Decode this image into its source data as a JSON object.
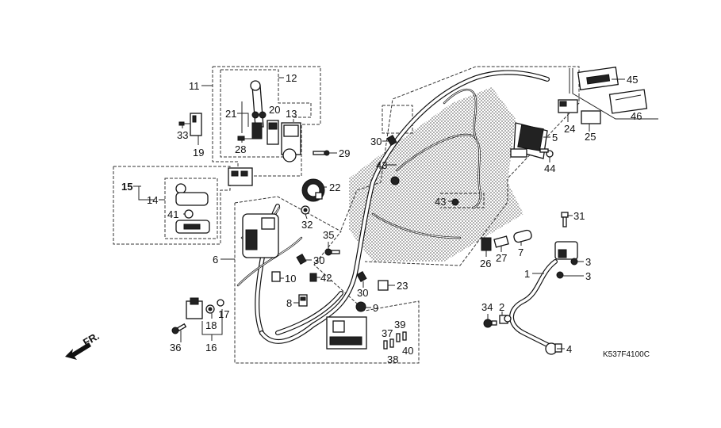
{
  "diagram": {
    "title": "Wire Harness / Ignition Coil parts diagram",
    "drawing_code": "K537F4100C",
    "direction_indicator": "FR.",
    "colors": {
      "line": "#111111",
      "background": "#ffffff",
      "shading": "#8a8a8a"
    },
    "callouts": [
      {
        "id": "c1",
        "text": "1"
      },
      {
        "id": "c2",
        "text": "2"
      },
      {
        "id": "c3a",
        "text": "3"
      },
      {
        "id": "c3b",
        "text": "3"
      },
      {
        "id": "c4",
        "text": "4"
      },
      {
        "id": "c5",
        "text": "5"
      },
      {
        "id": "c6",
        "text": "6"
      },
      {
        "id": "c7",
        "text": "7"
      },
      {
        "id": "c8",
        "text": "8"
      },
      {
        "id": "c9",
        "text": "9"
      },
      {
        "id": "c10",
        "text": "10"
      },
      {
        "id": "c11",
        "text": "11"
      },
      {
        "id": "c12",
        "text": "12"
      },
      {
        "id": "c13",
        "text": "13"
      },
      {
        "id": "c14",
        "text": "14"
      },
      {
        "id": "c15",
        "text": "15"
      },
      {
        "id": "c16",
        "text": "16"
      },
      {
        "id": "c17",
        "text": "17"
      },
      {
        "id": "c18",
        "text": "18"
      },
      {
        "id": "c19",
        "text": "19"
      },
      {
        "id": "c20",
        "text": "20"
      },
      {
        "id": "c21",
        "text": "21"
      },
      {
        "id": "c22",
        "text": "22"
      },
      {
        "id": "c23",
        "text": "23"
      },
      {
        "id": "c24",
        "text": "24"
      },
      {
        "id": "c25",
        "text": "25"
      },
      {
        "id": "c26",
        "text": "26"
      },
      {
        "id": "c27",
        "text": "27"
      },
      {
        "id": "c28",
        "text": "28"
      },
      {
        "id": "c29",
        "text": "29"
      },
      {
        "id": "c30a",
        "text": "30"
      },
      {
        "id": "c30b",
        "text": "30"
      },
      {
        "id": "c30c",
        "text": "30"
      },
      {
        "id": "c31",
        "text": "31"
      },
      {
        "id": "c32",
        "text": "32"
      },
      {
        "id": "c33",
        "text": "33"
      },
      {
        "id": "c34",
        "text": "34"
      },
      {
        "id": "c35",
        "text": "35"
      },
      {
        "id": "c36",
        "text": "36"
      },
      {
        "id": "c37",
        "text": "37"
      },
      {
        "id": "c38",
        "text": "38"
      },
      {
        "id": "c39",
        "text": "39"
      },
      {
        "id": "c40",
        "text": "40"
      },
      {
        "id": "c41",
        "text": "41"
      },
      {
        "id": "c42",
        "text": "42"
      },
      {
        "id": "c43a",
        "text": "43"
      },
      {
        "id": "c43b",
        "text": "43"
      },
      {
        "id": "c44",
        "text": "44"
      },
      {
        "id": "c45",
        "text": "45"
      },
      {
        "id": "c46",
        "text": "46"
      }
    ]
  }
}
